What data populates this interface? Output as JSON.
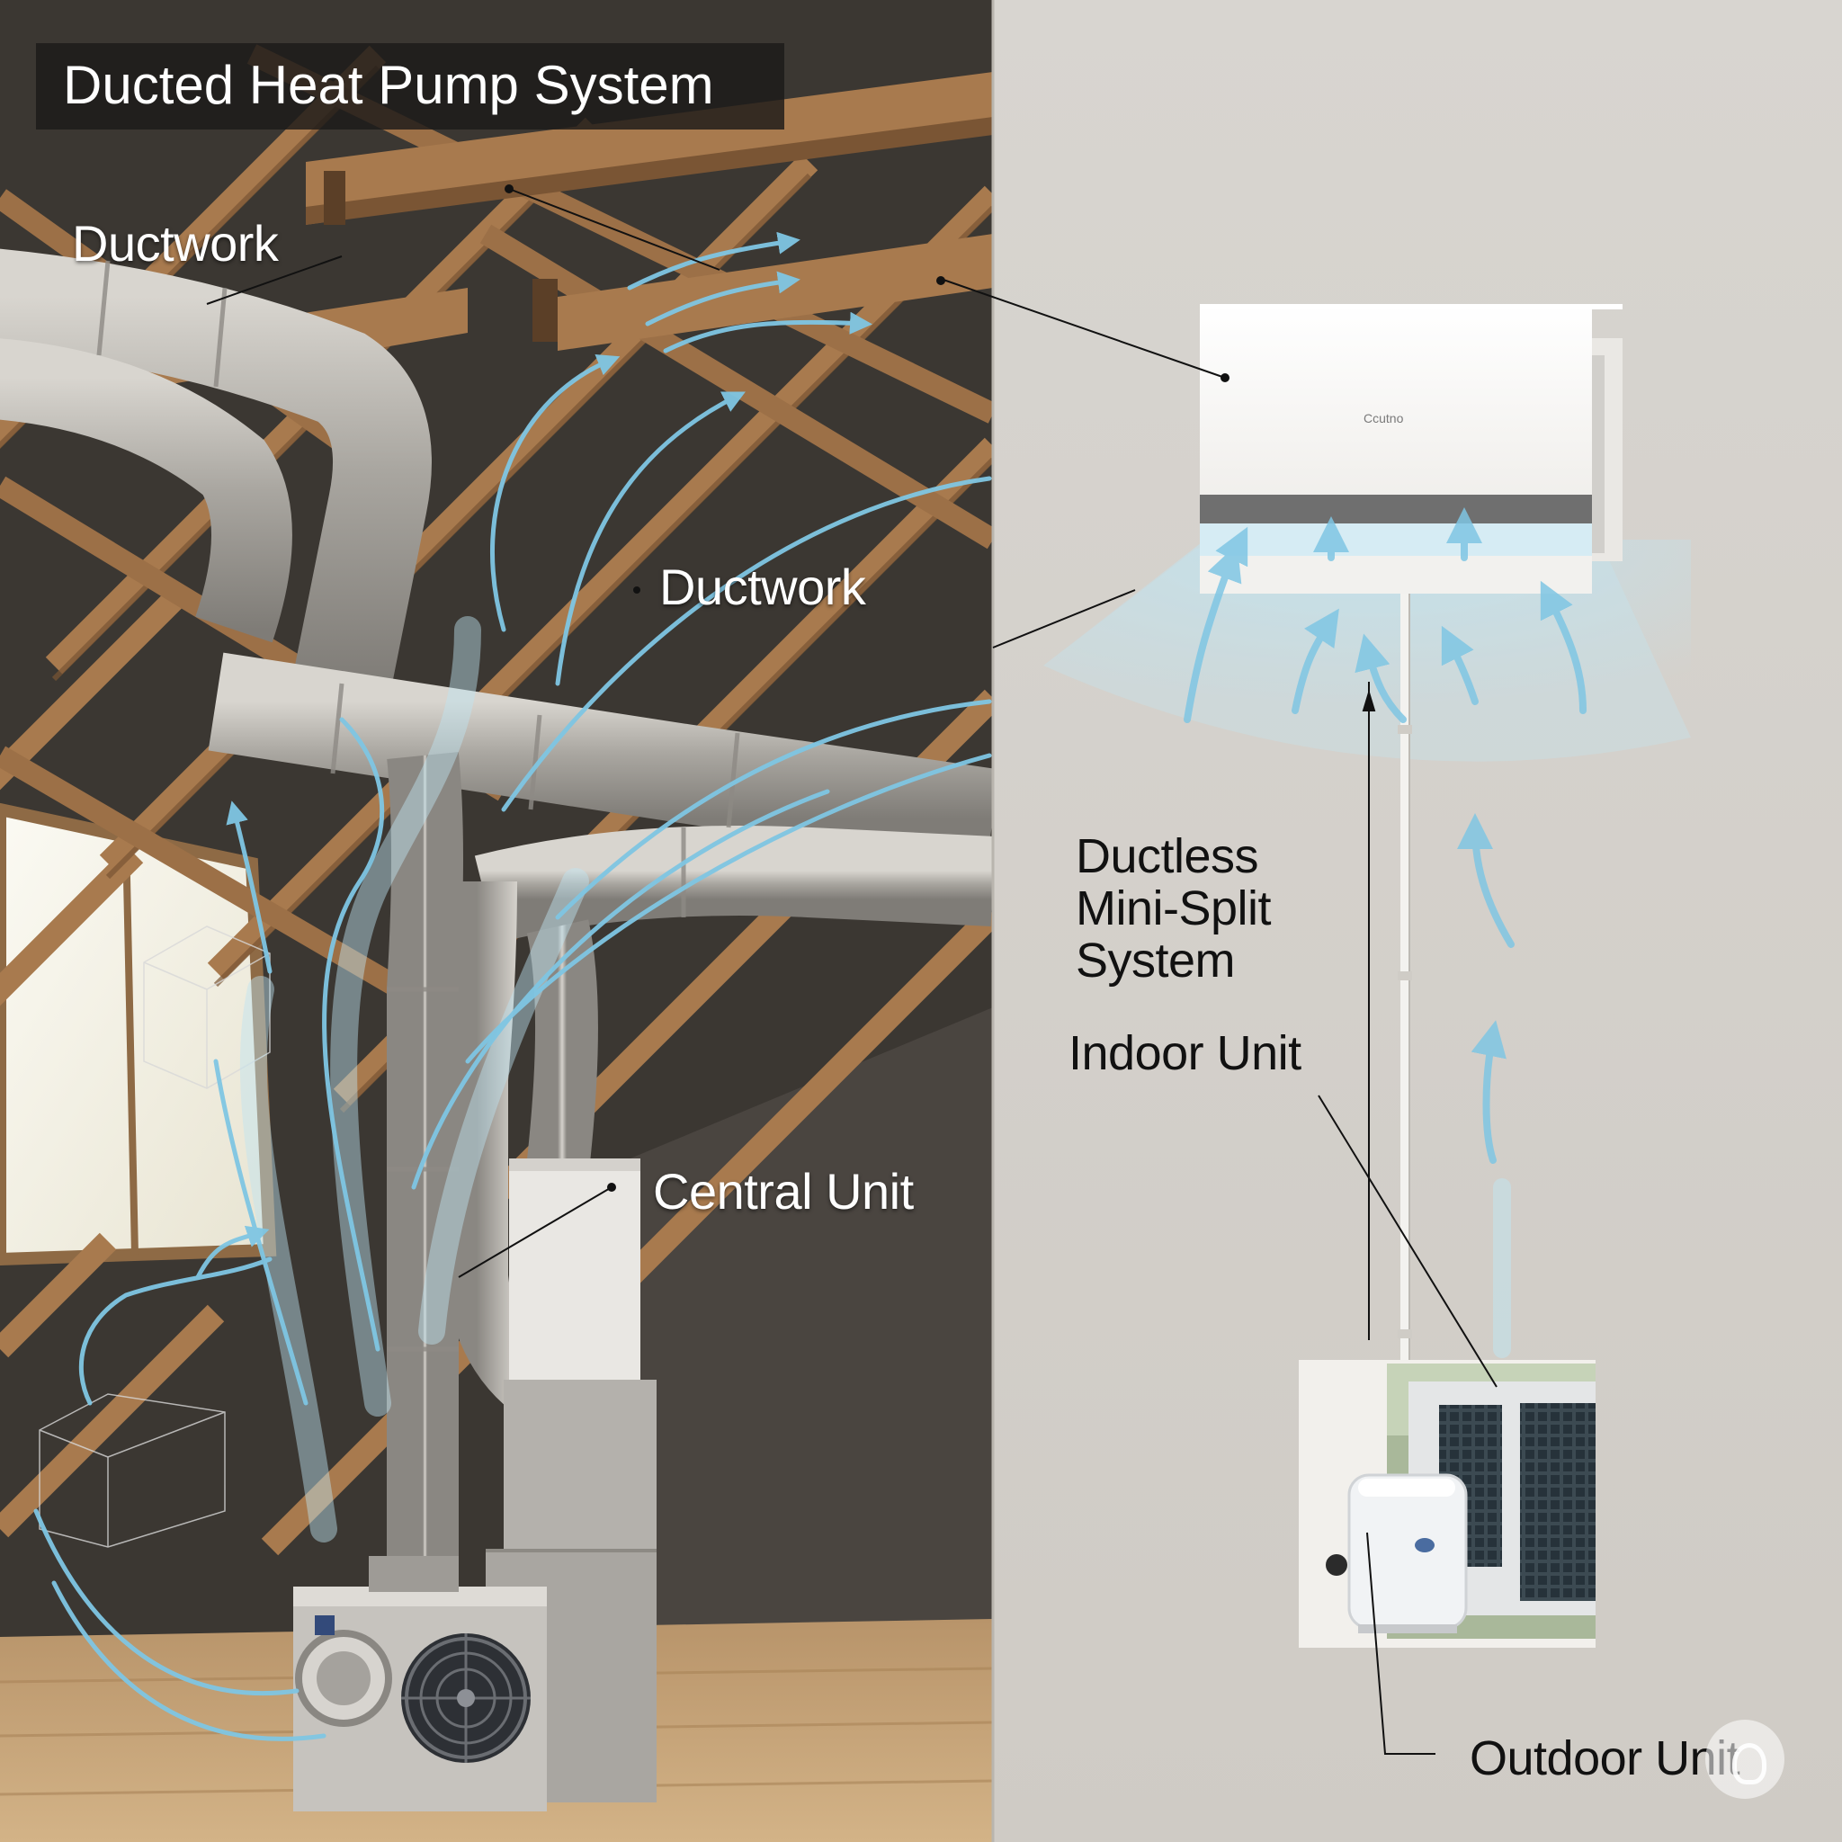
{
  "title": "Ducted Heat Pump System",
  "labels": {
    "ductwork_upper": "Ductwork",
    "ductwork_middle": "Ductwork",
    "central_unit": "Central Unit",
    "ductless_line1": "Ductless",
    "ductless_line2": "Mini-Split",
    "ductless_line3": "System",
    "indoor_unit": "Indoor Unit",
    "outdoor_unit": "Outdoor Unit"
  },
  "unit_brand_text": "Ccutno",
  "colors": {
    "airflow": "#7fc6e3",
    "airflow_light": "#bfe4f2",
    "wood": "#a87a4e",
    "wood_dark": "#7a5534",
    "insulation": "#3b3732",
    "duct": "#b9b6b0",
    "duct_dark": "#8d8a84",
    "wall": "#dcd9d4",
    "floor": "#c9a87d",
    "title_bg": "#1c1a18",
    "leader_line": "#111111",
    "label_light": "#ffffff",
    "label_dark": "#111111"
  },
  "icons": [
    "airflow-arrow-icon",
    "fan-icon",
    "window-icon",
    "leader-dot-icon",
    "watermark-icon"
  ]
}
